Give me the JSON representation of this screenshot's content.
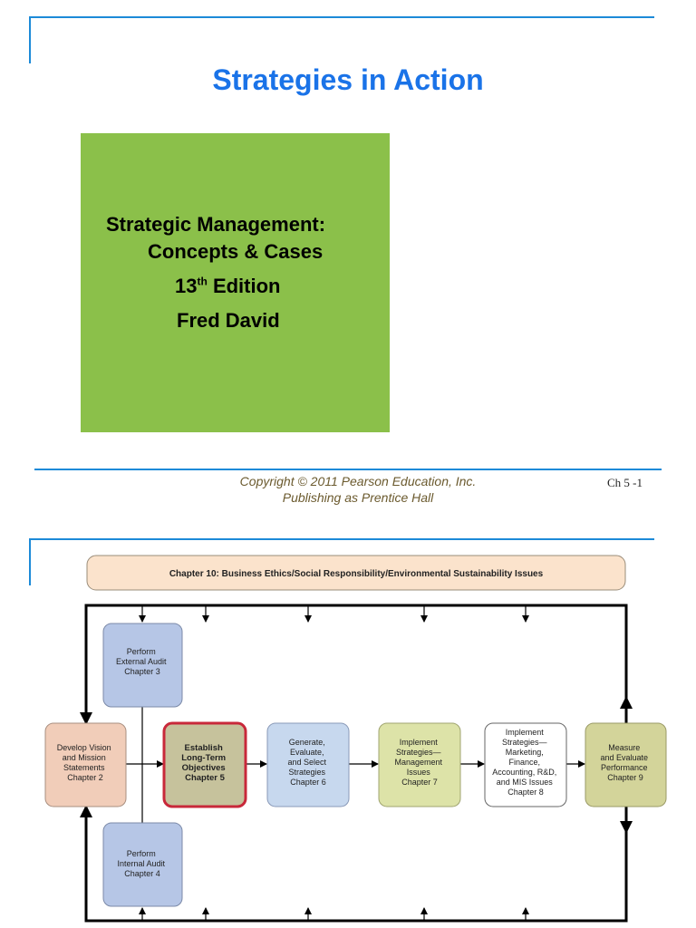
{
  "slide1": {
    "title": "Strategies in Action",
    "book": {
      "line1": "Strategic Management:",
      "line2": "Concepts & Cases",
      "edition_number": "13",
      "edition_suffix": "th",
      "edition_word": "Edition",
      "author": "Fred David"
    },
    "copyright_line1": "Copyright © 2011 Pearson Education, Inc.",
    "copyright_line2": "Publishing as Prentice Hall",
    "slide_number": "Ch 5 -1"
  },
  "diagram": {
    "banner": "Chapter 10: Business Ethics/Social Responsibility/Environmental Sustainability Issues",
    "external_audit": [
      "Perform",
      "External Audit",
      "Chapter 3"
    ],
    "internal_audit": [
      "Perform",
      "Internal Audit",
      "Chapter 4"
    ],
    "vision": [
      "Develop Vision",
      "and Mission",
      "Statements",
      "Chapter 2"
    ],
    "objectives": [
      "Establish",
      "Long-Term",
      "Objectives",
      "Chapter 5"
    ],
    "generate": [
      "Generate,",
      "Evaluate,",
      "and Select",
      "Strategies",
      "Chapter 6"
    ],
    "implement_mgmt": [
      "Implement",
      "Strategies—",
      "Management",
      "Issues",
      "Chapter 7"
    ],
    "implement_mkt": [
      "Implement",
      "Strategies—",
      "Marketing,",
      "Finance,",
      "Accounting, R&D,",
      "and MIS Issues",
      "Chapter 8"
    ],
    "measure": [
      "Measure",
      "and Evaluate",
      "Performance",
      "Chapter 9"
    ],
    "colors": {
      "banner": "#fbe3cc",
      "audit": "#b6c6e6",
      "vision": "#f1cdb9",
      "objectives": "#c6c29c",
      "objectives_border": "#c8283a",
      "generate": "#c7d8ee",
      "implement_mgmt": "#dde3a8",
      "implement_mkt": "#ffffff",
      "measure": "#d3d49a"
    }
  }
}
